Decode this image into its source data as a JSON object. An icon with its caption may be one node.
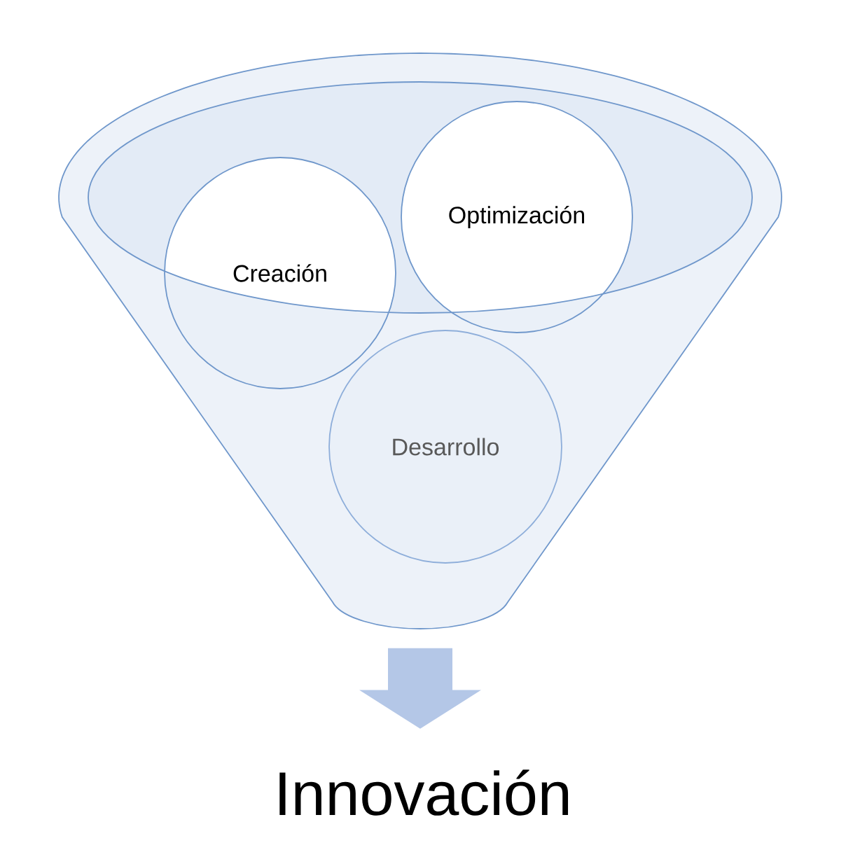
{
  "diagram": {
    "nodes": [
      {
        "text": [],
        "shape": "funnel"
      },
      {
        "text": [
          "Creación"
        ],
        "in": 0
      },
      {
        "text": [
          "Optimización"
        ],
        "in": 0
      },
      {
        "text": [
          "Desarrollo"
        ],
        "in": 0
      },
      {
        "text": [
          "Innovación"
        ]
      }
    ],
    "edges": [
      {
        "from": 0,
        "to": 4,
        "arrow": "to"
      }
    ]
  }
}
